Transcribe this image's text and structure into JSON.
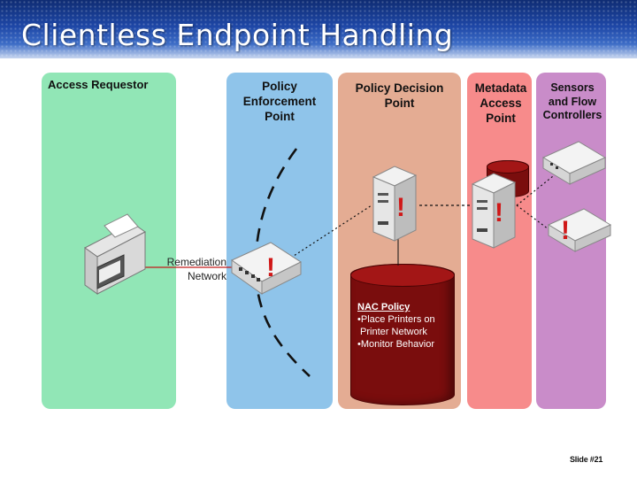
{
  "title": "Clientless Endpoint Handling",
  "columns": [
    {
      "label": "Access Requestor",
      "color": "#91e6b6"
    },
    {
      "label": "Policy\nEnforcement\nPoint",
      "color": "#8fc4ea"
    },
    {
      "label": "Policy Decision\nPoint",
      "color": "#e4ac93"
    },
    {
      "label": "Metadata\nAccess\nPoint",
      "color": "#f78b8b"
    },
    {
      "label": "Sensors\nand Flow\nControllers",
      "color": "#c98cc9"
    }
  ],
  "remediation_label": "Remediation\nNetwork",
  "nac_policy": {
    "heading": "NAC Policy",
    "lines": [
      "•Place Printers on",
      " Printer Network",
      "•Monitor Behavior"
    ]
  },
  "alert_symbol": "!",
  "colors": {
    "alert": "#d01818",
    "policy_db": "#7a0d0d",
    "title_bar": "#1e47a6"
  },
  "icons": [
    "printer-icon",
    "switch-icon",
    "server-icon",
    "database-icon",
    "sensor-icon"
  ],
  "slide_number": "Slide #21"
}
